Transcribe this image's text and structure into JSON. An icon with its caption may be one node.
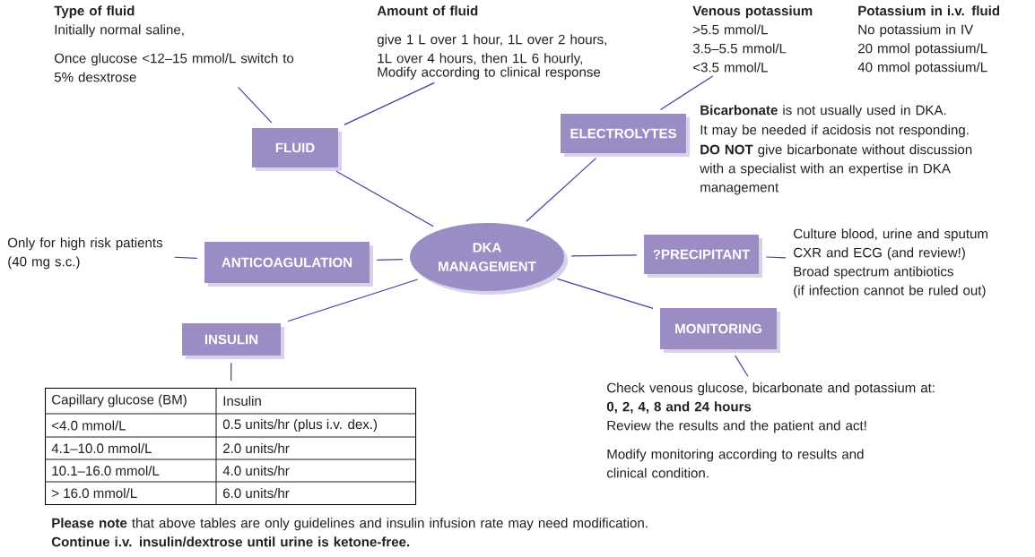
{
  "diagram": {
    "nodes": [
      {
        "text": [
          "DKA MANAGEMENT"
        ]
      },
      {
        "text": [
          "FLUID"
        ]
      },
      {
        "text": [
          "ELECTROLYTES"
        ]
      },
      {
        "text": [
          "ANTICOAGULATION"
        ]
      },
      {
        "text": [
          "?PRECIPITANT"
        ]
      },
      {
        "text": [
          "INSULIN"
        ]
      },
      {
        "text": [
          "MONITORING"
        ]
      },
      {
        "text": [
          "Type of fluid",
          "Initially normal saline,",
          "Once glucose <12–15 mmol/L switch to 5% desxtrose"
        ]
      },
      {
        "text": [
          "Amount of fluid",
          "give 1 L over 1 hour, 1L over 2 hours, 1L over 4 hours, then 1L 6 hourly,",
          "Modify according to clinical response"
        ]
      },
      {
        "text": [
          "Venous potassium",
          ">5.5 mmol/L",
          "3.5–5.5 mmol/L",
          "<3.5 mmol/L"
        ]
      },
      {
        "text": [
          "Only for high risk patients",
          "(40 mg s.c.)"
        ]
      },
      {
        "text": [
          "Culture blood, urine and sputum",
          "CXR and ECG (and review!)",
          "Broad spectrum antibiotics",
          "(if infection cannot be ruled out)"
        ]
      },
      {
        "text": [
          "Capillary glucose (BM)",
          "Insulin",
          "<4.0 mmol/L",
          "0.5 units/hr (plus i.v. dex.)",
          "4.1–10.0 mmol/L",
          "2.0 units/hr",
          "10.1–16.0 mmol/L",
          "4.0 units/hr",
          "> 16.0 mmol/L",
          "6.0 units/hr"
        ]
      },
      {
        "text": [
          "Check venous glucose, bicarbonate and potassium at:",
          "0, 2, 4, 8 and 24 hours",
          "Review the results and the patient and act!",
          "Modify monitoring according to results and clinical condition."
        ]
      }
    ],
    "edges": [
      {
        "from": 0,
        "to": 1,
        "arrow": "none"
      },
      {
        "from": 0,
        "to": 2,
        "arrow": "none"
      },
      {
        "from": 0,
        "to": 3,
        "arrow": "none"
      },
      {
        "from": 0,
        "to": 4,
        "arrow": "none"
      },
      {
        "from": 0,
        "to": 5,
        "arrow": "none"
      },
      {
        "from": 0,
        "to": 6,
        "arrow": "none"
      },
      {
        "from": 1,
        "to": 7,
        "arrow": "none"
      },
      {
        "from": 1,
        "to": 8,
        "arrow": "none"
      },
      {
        "from": 2,
        "to": 9,
        "arrow": "none"
      },
      {
        "from": 3,
        "to": 10,
        "arrow": "none"
      },
      {
        "from": 4,
        "to": 11,
        "arrow": "none"
      },
      {
        "from": 5,
        "to": 12,
        "arrow": "none"
      },
      {
        "from": 6,
        "to": 13,
        "arrow": "none"
      }
    ],
    "labels": [
      "Potassium in i.v. fluid",
      "No potassium in IV",
      "20 mmol potassium/L",
      "40 mmol potassium/L",
      "**Bicarbonate** is not usually used in DKA.",
      "It may be needed if acidosis not responding.",
      "**DO NOT** give bicarbonate without discussion with a specialist with an expertise in DKA management",
      "**Please note** that above tables are only guidelines and insulin infusion rate may need modification.  **Continue i.v. insulin/dextrose until urine is ketone-free.**"
    ]
  }
}
